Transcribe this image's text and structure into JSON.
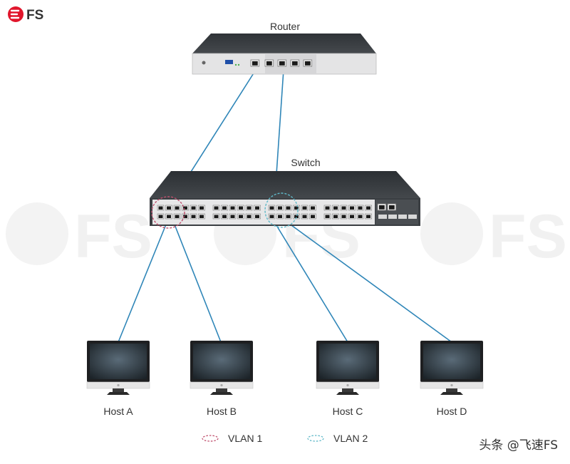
{
  "logo": {
    "text": "FS",
    "color": "#e1162c"
  },
  "watermark_text": "FS",
  "devices": {
    "router": {
      "label": "Router"
    },
    "switch": {
      "label": "Switch"
    }
  },
  "hosts": [
    {
      "label": "Host A"
    },
    {
      "label": "Host B"
    },
    {
      "label": "Host C"
    },
    {
      "label": "Host D"
    }
  ],
  "legend": [
    {
      "label": "VLAN 1",
      "color": "#c0506e"
    },
    {
      "label": "VLAN 2",
      "color": "#5fb8c8"
    }
  ],
  "credit": "头条 @飞速FS",
  "colors": {
    "link": "#2f86b8",
    "device_dark": "#3a3e42",
    "device_face": "#e9e9ea"
  }
}
